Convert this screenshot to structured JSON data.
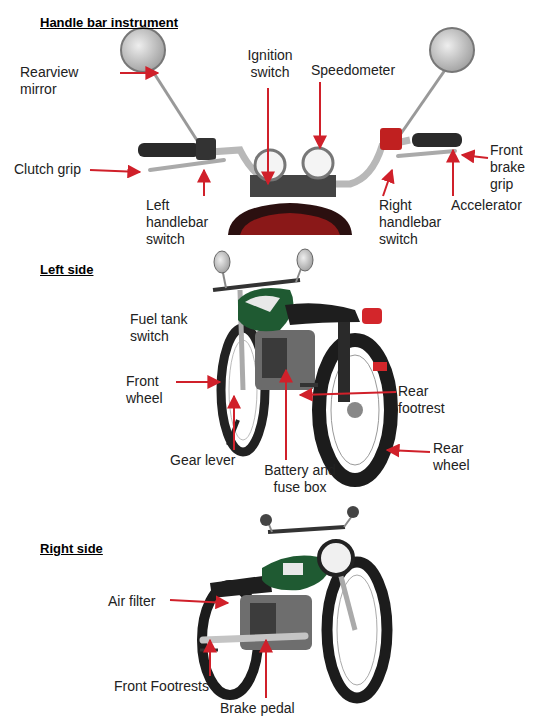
{
  "diagram": {
    "labels": [
      "Handle bar instrument",
      "Rearview mirror",
      "Ignition switch",
      "Speedometer",
      "Clutch grip",
      "Left handlebar switch",
      "Right handlebar switch",
      "Front brake grip",
      "Accelerator",
      "Left side",
      "Fuel tank switch",
      "Front wheel",
      "Rear footrest",
      "Gear lever",
      "Battery and fuse box",
      "Rear wheel",
      "Right side",
      "Air filter",
      "Front Footrests",
      "Brake pedal"
    ]
  }
}
